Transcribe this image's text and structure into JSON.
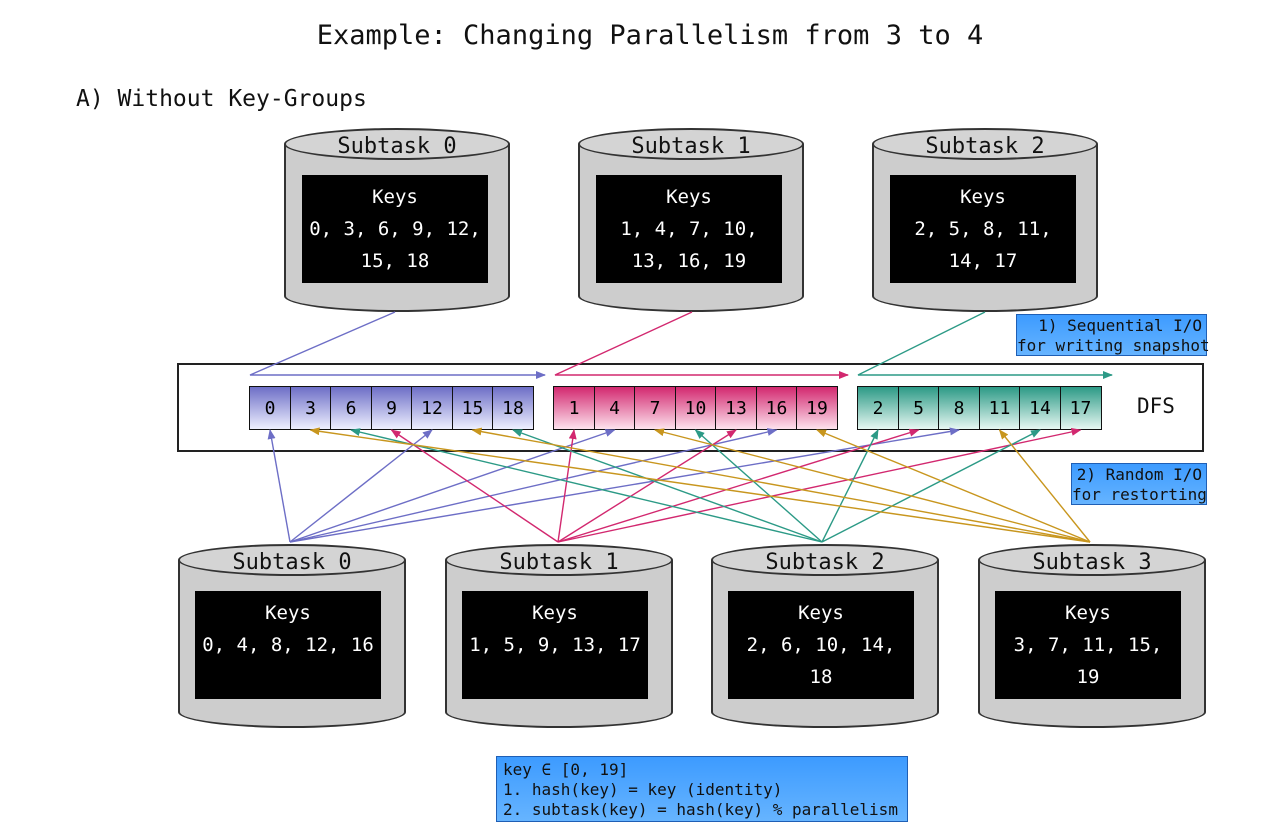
{
  "title": "Example: Changing Parallelism from 3 to 4",
  "section": "A) Without Key-Groups",
  "top_subtasks": [
    {
      "name": "Subtask 0",
      "keys_label": "Keys",
      "lines": [
        "0, 3, 6, 9, 12,",
        "15, 18"
      ]
    },
    {
      "name": "Subtask 1",
      "keys_label": "Keys",
      "lines": [
        "1, 4, 7, 10,",
        "13, 16, 19"
      ]
    },
    {
      "name": "Subtask 2",
      "keys_label": "Keys",
      "lines": [
        "2, 5, 8, 11,",
        "14, 17"
      ]
    }
  ],
  "bottom_subtasks": [
    {
      "name": "Subtask 0",
      "keys_label": "Keys",
      "lines": [
        "0, 4, 8, 12, 16"
      ]
    },
    {
      "name": "Subtask 1",
      "keys_label": "Keys",
      "lines": [
        "1, 5, 9, 13, 17"
      ]
    },
    {
      "name": "Subtask 2",
      "keys_label": "Keys",
      "lines": [
        "2, 6, 10, 14,",
        "18"
      ]
    },
    {
      "name": "Subtask 3",
      "keys_label": "Keys",
      "lines": [
        "3, 7, 11, 15,",
        "19"
      ]
    }
  ],
  "dfs": {
    "label": "DFS",
    "groups": [
      {
        "color": "#6d6ec6",
        "keys": [
          "0",
          "3",
          "6",
          "9",
          "12",
          "15",
          "18"
        ]
      },
      {
        "color": "#d2286f",
        "keys": [
          "1",
          "4",
          "7",
          "10",
          "13",
          "16",
          "19"
        ]
      },
      {
        "color": "#2c9a86",
        "keys": [
          "2",
          "5",
          "8",
          "11",
          "14",
          "17"
        ]
      }
    ]
  },
  "notes": {
    "sequential": [
      "1) Sequential I/O",
      "for writing snapshot"
    ],
    "random": [
      "2) Random I/O",
      "for restorting"
    ],
    "formula": [
      "key ∈ [0, 19]",
      "1. hash(key) = key (identity)",
      "2. subtask(key) = hash(key) % parallelism"
    ]
  },
  "colors": {
    "blue": "#6d6ec6",
    "pink": "#d2286f",
    "green": "#2c9a86",
    "gold": "#c8961e",
    "note_blue": "#4da6ff"
  }
}
